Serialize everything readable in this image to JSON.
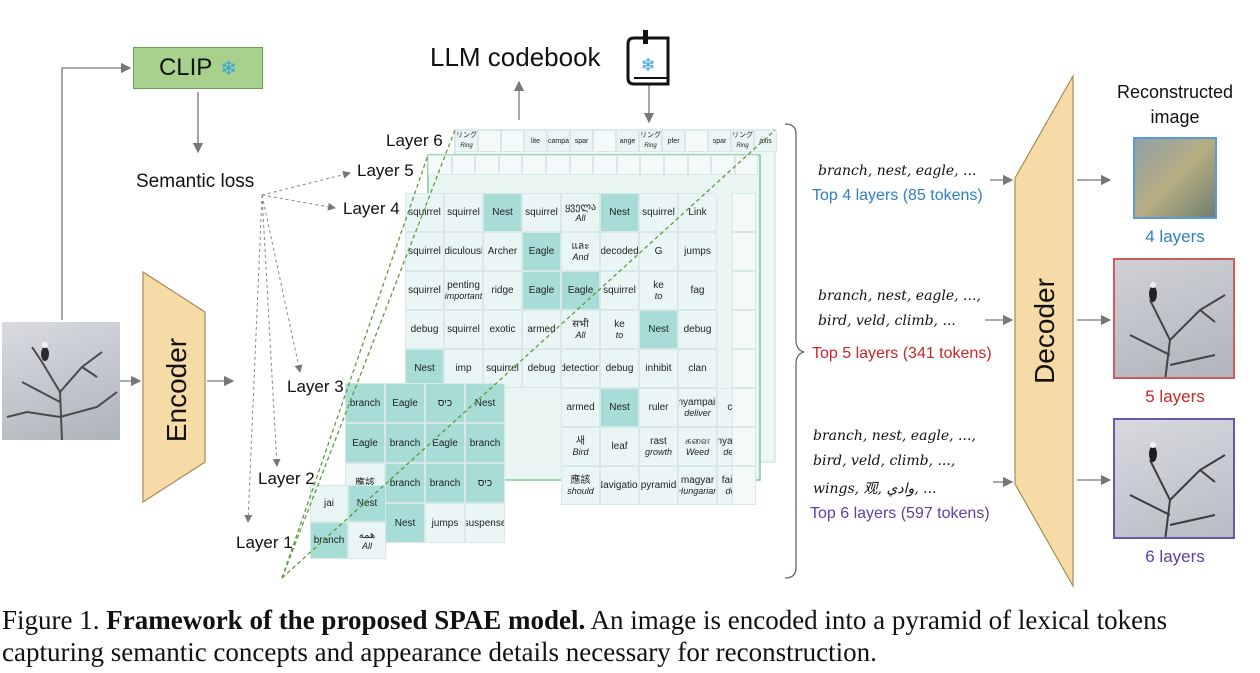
{
  "clip": {
    "label": "CLIP"
  },
  "codebook": {
    "label": "LLM codebook"
  },
  "semantic_loss": "Semantic loss",
  "encoder": "Encoder",
  "decoder": "Decoder",
  "reconstructed_title_1": "Reconstructed",
  "reconstructed_title_2": "image",
  "layers": [
    "Layer 1",
    "Layer 2",
    "Layer 3",
    "Layer 4",
    "Layer 5",
    "Layer 6"
  ],
  "outputs": [
    {
      "tokens": [
        "branch, nest, eagle, ..."
      ],
      "summary": "Top 4 layers (85 tokens)",
      "result": "4 layers",
      "color": "#2f7fc1"
    },
    {
      "tokens": [
        "branch, nest, eagle, ...,",
        "bird, veld, climb, ..."
      ],
      "summary": "Top 5 layers (341 tokens)",
      "result": "5 layers",
      "color": "#c62828"
    },
    {
      "tokens": [
        "branch, nest, eagle, ...,",
        "bird, veld, climb, ...,",
        "wings, 观, وادي, ..."
      ],
      "summary": "Top 6 layers (597 tokens)",
      "result": "6 layers",
      "color": "#5e3fa5"
    }
  ],
  "grid4": [
    [
      "squirrel",
      "squirrel",
      "Nest",
      "squirrel",
      "ყველა|All",
      "Nest",
      "squirrel",
      "Link"
    ],
    [
      "squirrel",
      "ridiculously",
      "Archer",
      "Eagle",
      "และ|And",
      "decoded",
      "G",
      "jumps"
    ],
    [
      "squirrel",
      "penting|important",
      "ridge",
      "Eagle",
      "Eagle",
      "squirrel",
      "ke|to",
      "fag"
    ],
    [
      "debug",
      "squirrel",
      "exotic",
      "armed",
      "सभी|All",
      "ke|to",
      "Nest",
      "debug"
    ],
    [
      "Nest",
      "imp",
      "squirrel",
      "debug",
      "detection",
      "debug",
      "inhibit",
      "clan"
    ],
    [
      "branch",
      "Eagle",
      "כיס",
      "Nest",
      "armed",
      "Nest",
      "ruler",
      "menyampaikan|deliver",
      "clan"
    ],
    [
      "Eagle",
      "branch",
      "Eagle",
      "branch",
      "새|Bird",
      "leaf",
      "rast|growth",
      "களை|Weed",
      "menyampaikan|deliver"
    ],
    [
      "應該",
      "",
      "",
      "",
      "應該|should",
      "Navigation",
      "pyramid",
      "magyar|Hungarian",
      "faisant|doing"
    ]
  ],
  "grid2": [
    [
      "branch",
      "Eagle",
      "כיס",
      "Nest"
    ],
    [
      "Eagle",
      "branch",
      "Eagle",
      "branch"
    ],
    [
      "應該",
      "branch",
      "branch",
      "כיס"
    ],
    [
      "jai",
      "Nest",
      "jumps",
      "suspense"
    ]
  ],
  "grid1": [
    [
      "jai",
      "Nest"
    ],
    [
      "branch",
      "همه|All"
    ]
  ],
  "top6_row": [
    "リング|Ring",
    "",
    "",
    "lite",
    "campa",
    "spar",
    "",
    "ange",
    "リング|Ring",
    "pfer",
    "",
    "spar",
    "リング|Ring",
    "axis"
  ],
  "caption": {
    "prefix": "Figure 1.",
    "bold": "Framework of the proposed SPAE model.",
    "rest": "An image is encoded into a pyramid of lexical tokens capturing semantic concepts and appearance details necessary for reconstruction."
  }
}
